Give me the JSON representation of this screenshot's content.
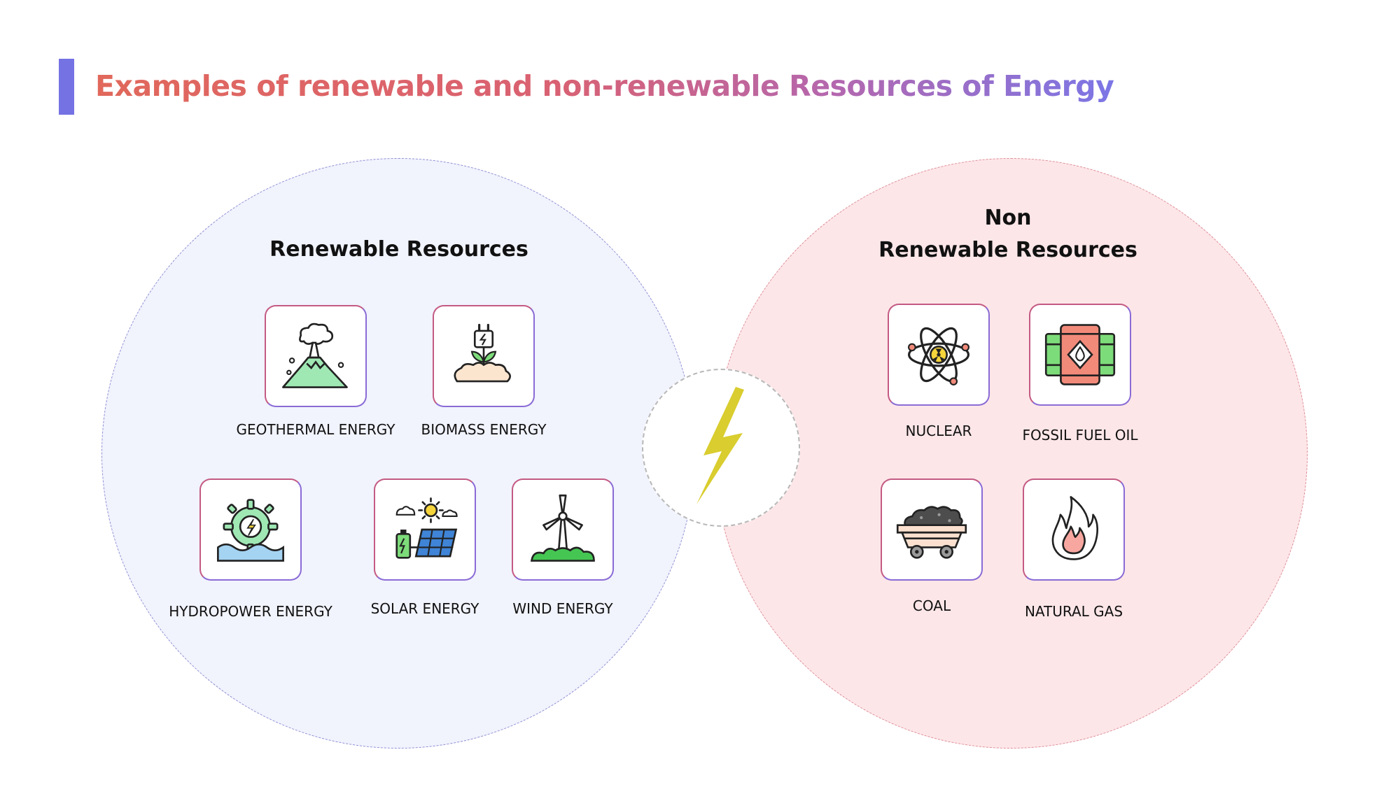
{
  "title": "Examples of renewable and non-renewable Resources of Energy",
  "renewable": {
    "heading": "Renewable Resources",
    "items": [
      {
        "label": "GEOTHERMAL ENERGY",
        "icon": "volcano-icon"
      },
      {
        "label": "BIOMASS ENERGY",
        "icon": "biomass-plant-icon"
      },
      {
        "label": "HYDROPOWER ENERGY",
        "icon": "water-wheel-icon"
      },
      {
        "label": "SOLAR ENERGY",
        "icon": "solar-panel-icon"
      },
      {
        "label": "WIND ENERGY",
        "icon": "wind-turbine-icon"
      }
    ]
  },
  "nonrenewable": {
    "heading_line1": "Non",
    "heading_line2": "Renewable Resources",
    "items": [
      {
        "label": "NUCLEAR",
        "icon": "atom-icon"
      },
      {
        "label": "FOSSIL FUEL OIL",
        "icon": "oil-barrel-icon"
      },
      {
        "label": "COAL",
        "icon": "coal-cart-icon"
      },
      {
        "label": "NATURAL GAS",
        "icon": "flame-icon"
      }
    ]
  },
  "center_icon": "lightning-bolt-icon",
  "colors": {
    "accent_bar": "#7572e4",
    "title_gradient_start": "#e1685b",
    "title_gradient_end": "#7b76e6",
    "renewable_fill": "#f1f3fd",
    "nonrenewable_fill": "#fde6e8",
    "bolt": "#d9cd2f"
  }
}
